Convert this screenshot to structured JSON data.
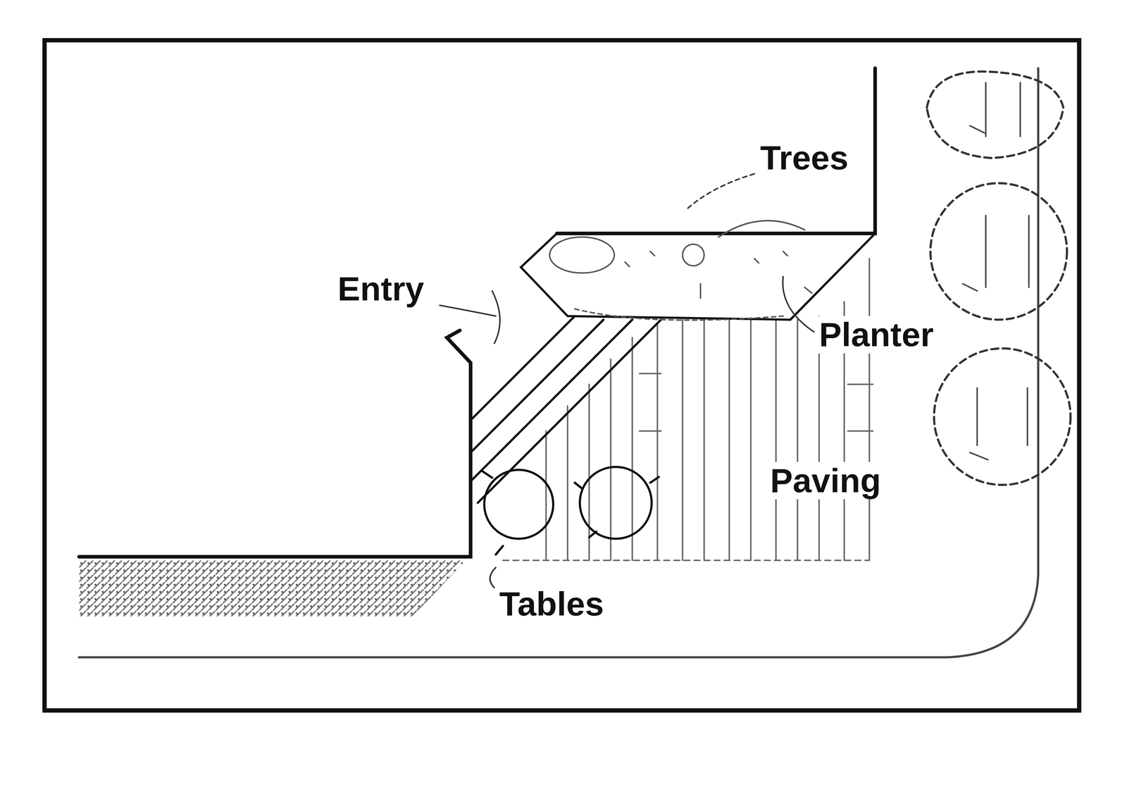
{
  "diagram": {
    "labels": [
      "Trees",
      "Entry",
      "Planter",
      "Paving",
      "Tables"
    ]
  }
}
